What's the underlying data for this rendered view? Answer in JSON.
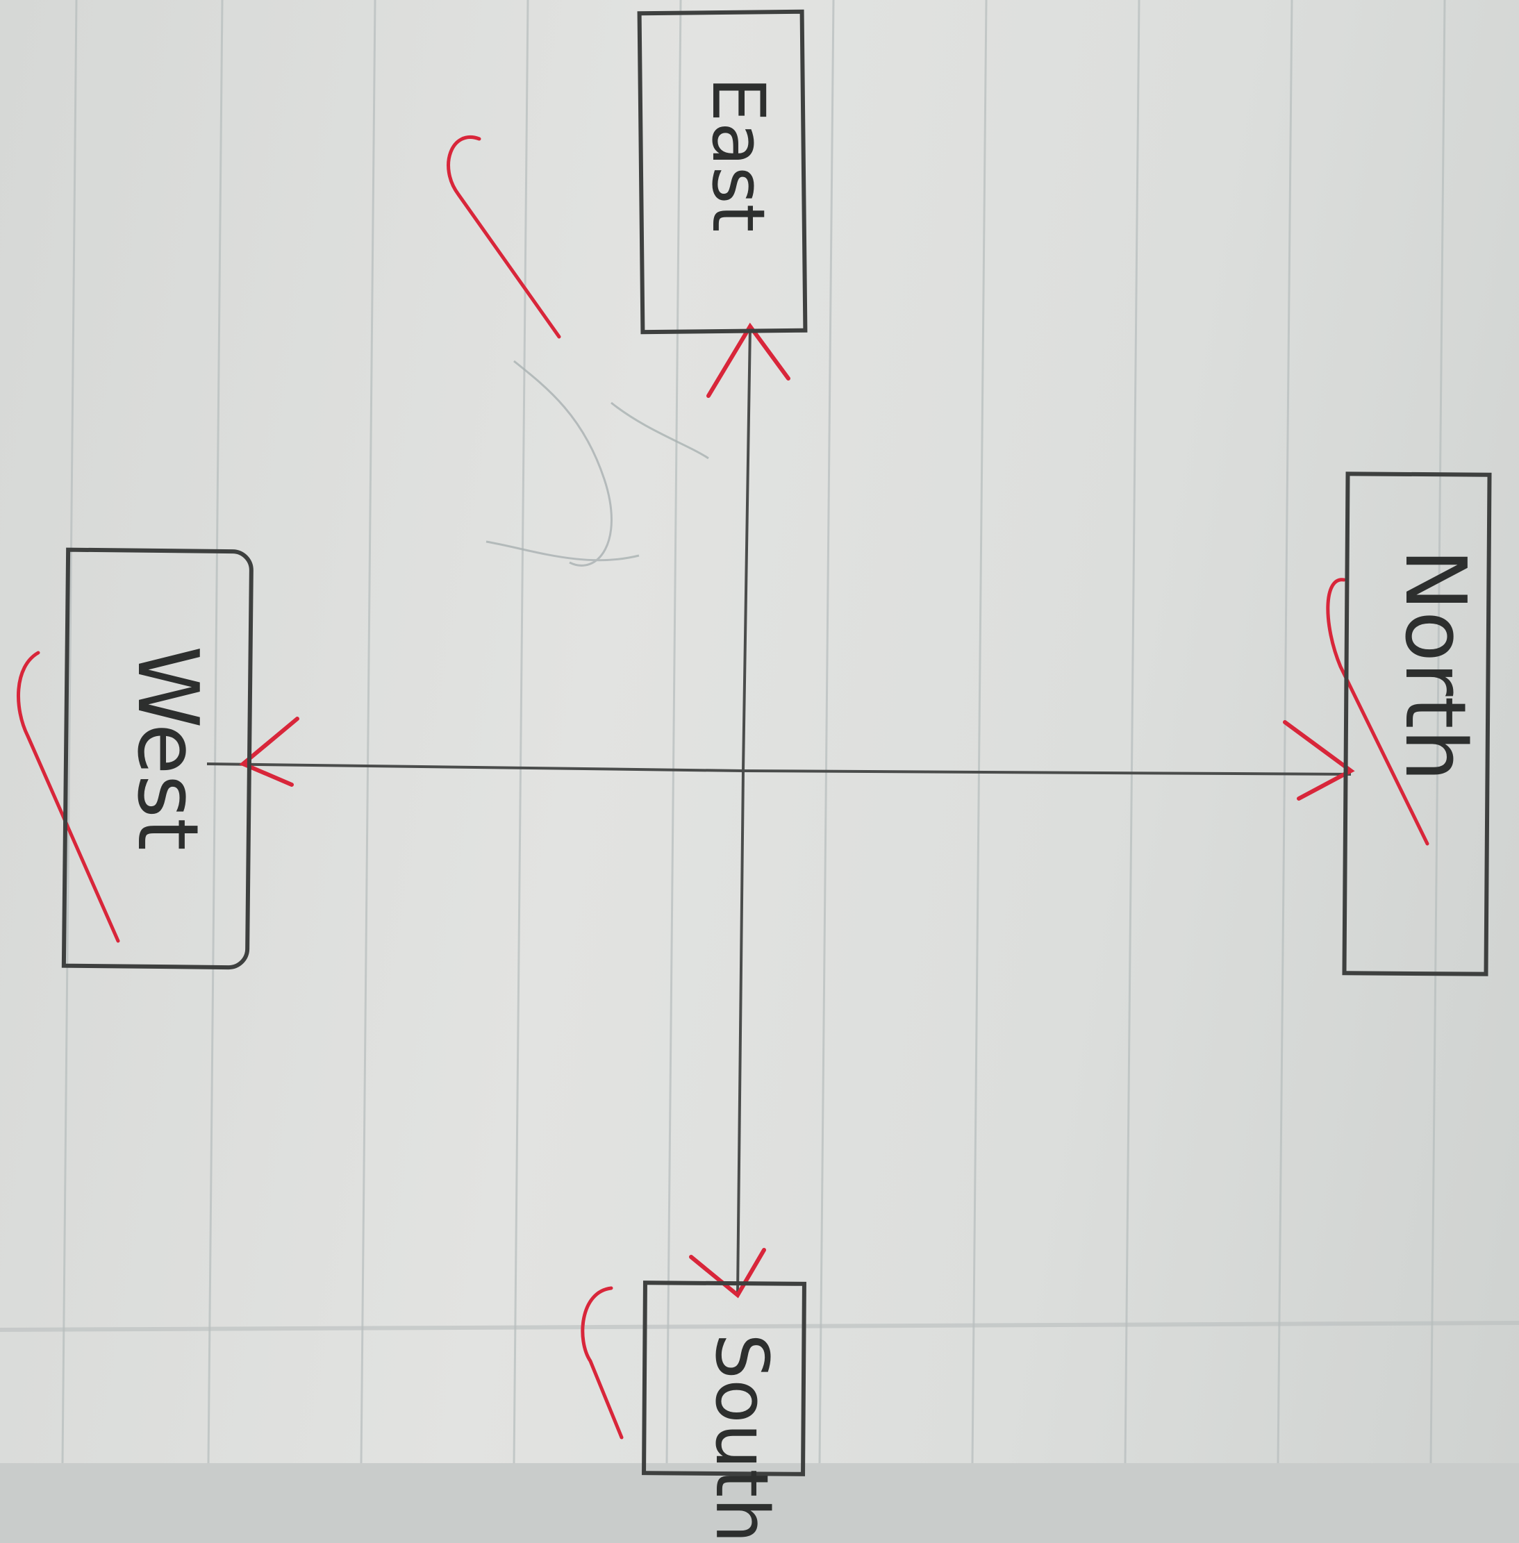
{
  "diagram": {
    "nodes": {
      "north": "North",
      "south": "South",
      "east": "East",
      "west": "West"
    },
    "edges": [
      {
        "from": "center",
        "to": "north"
      },
      {
        "from": "center",
        "to": "south"
      },
      {
        "from": "center",
        "to": "east"
      },
      {
        "from": "center",
        "to": "west"
      }
    ],
    "ink_color": "#3e403f",
    "correction_color": "#d8263a"
  }
}
